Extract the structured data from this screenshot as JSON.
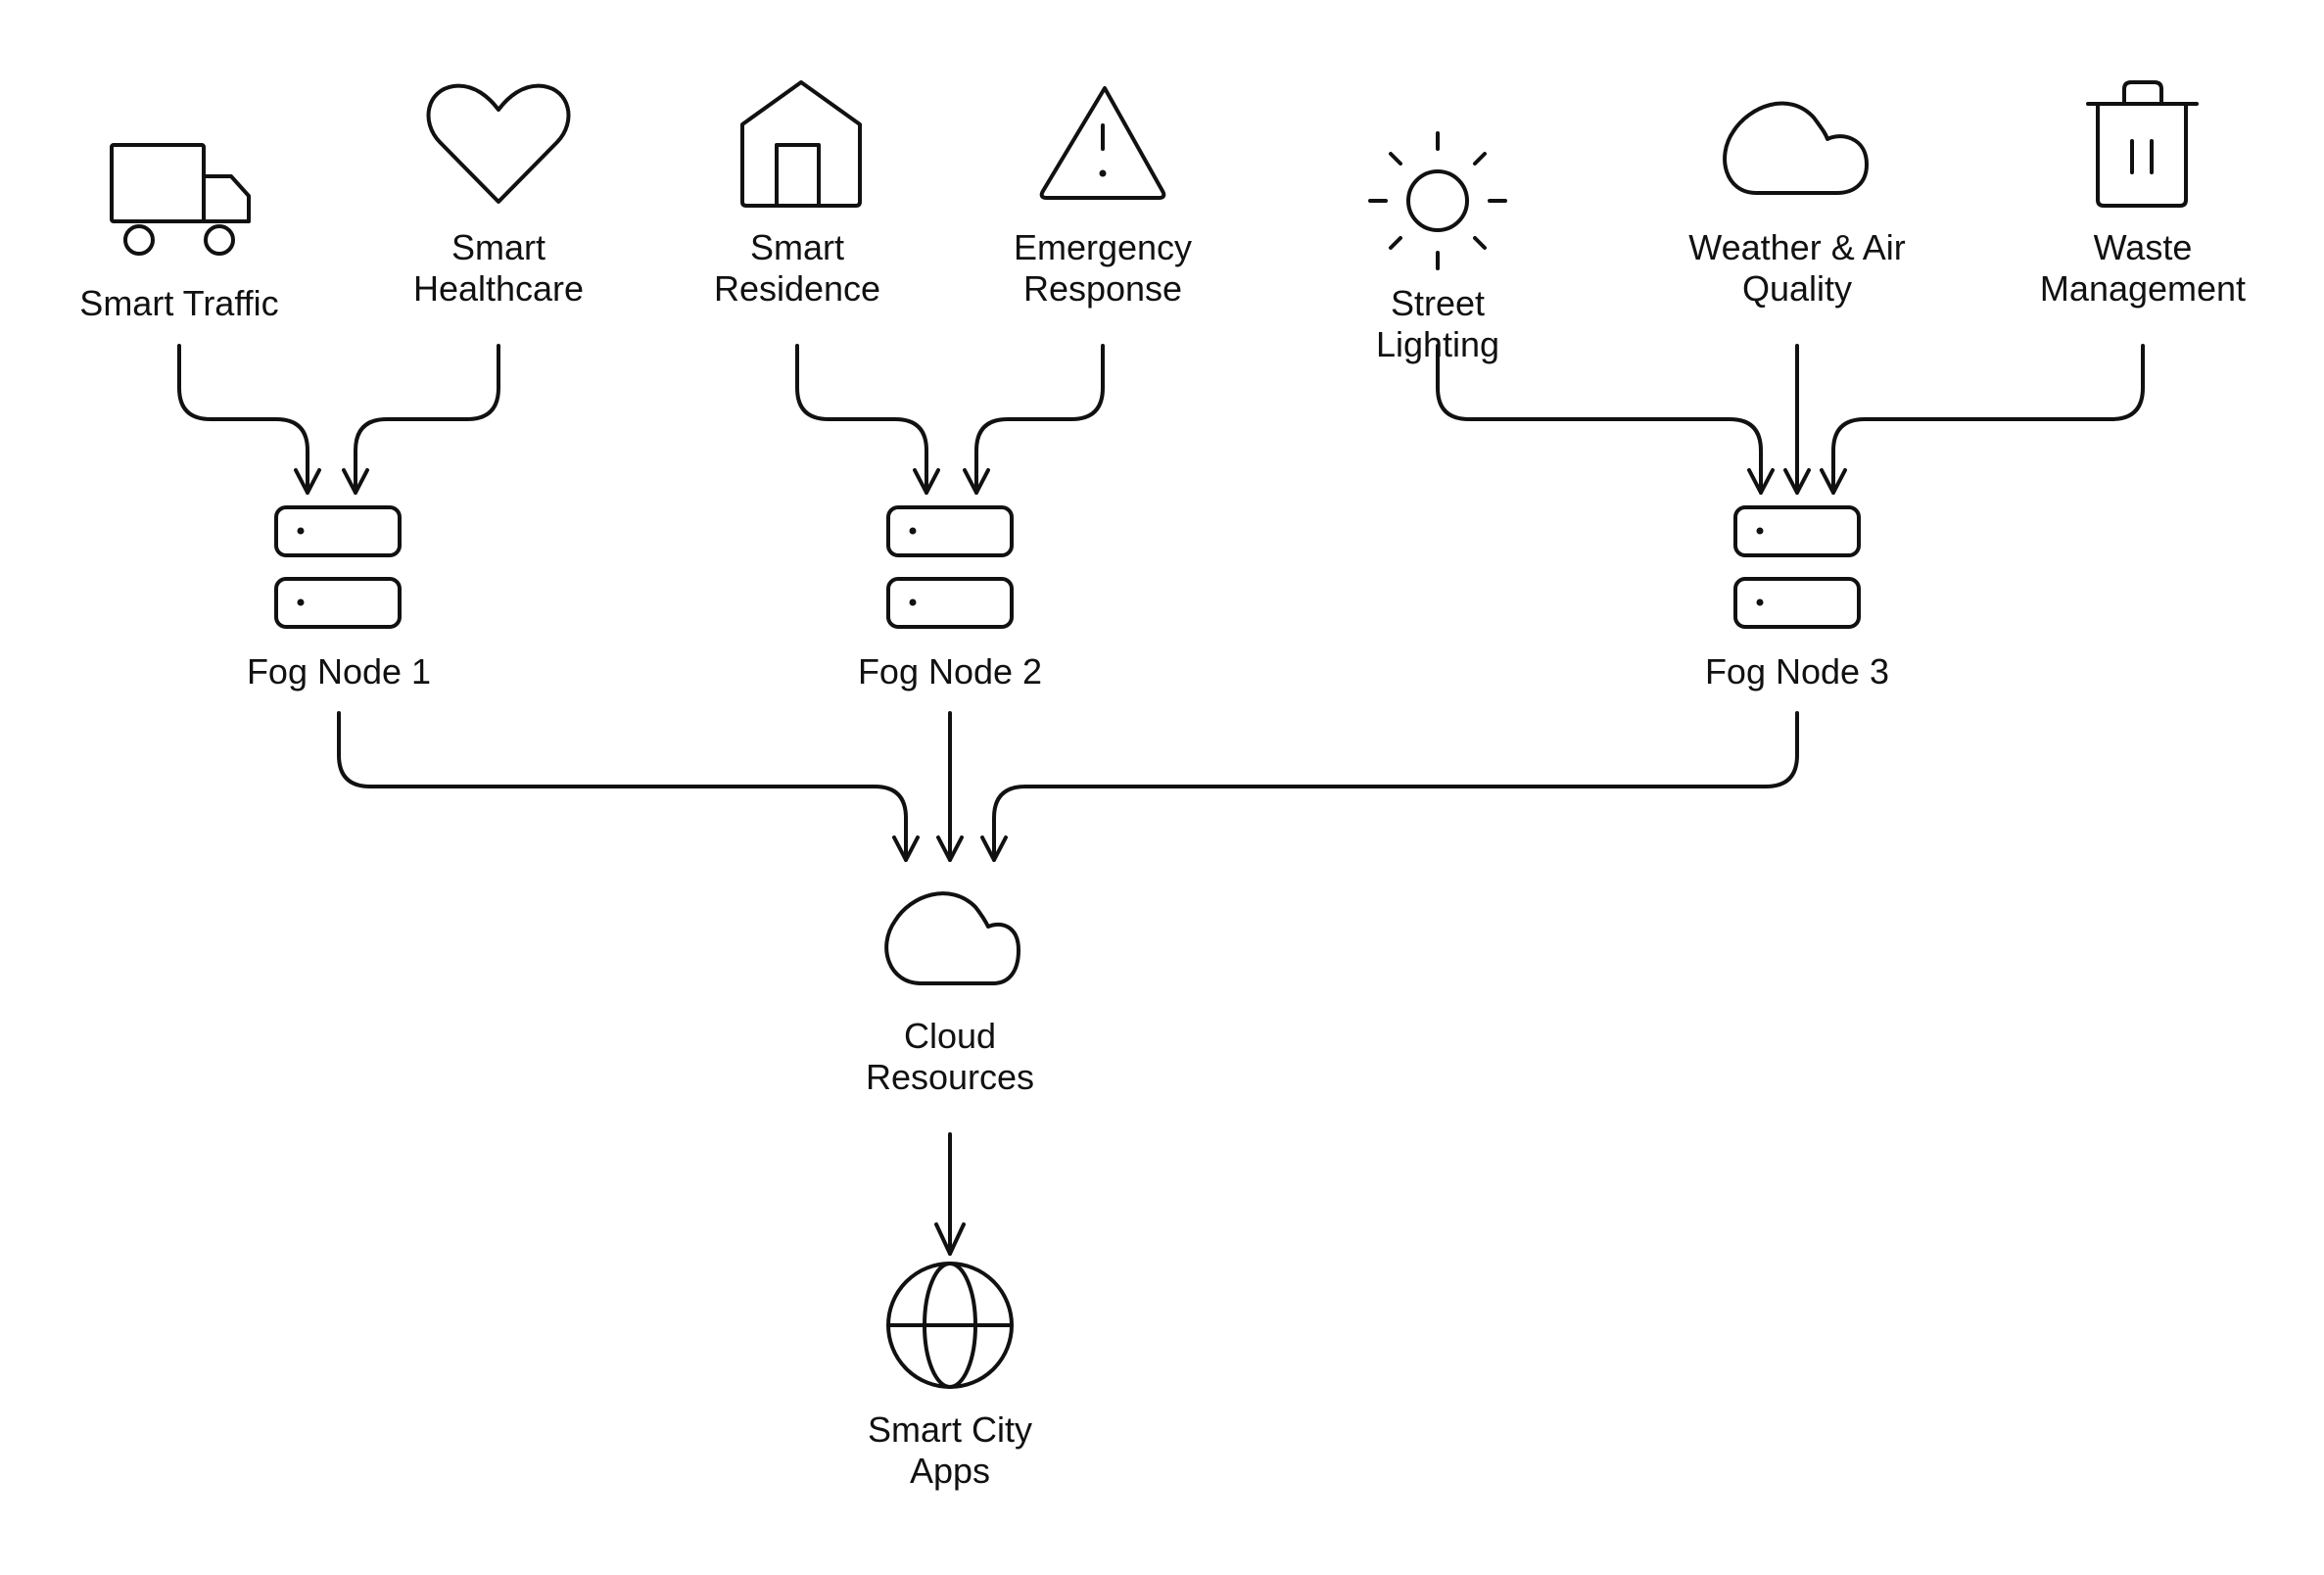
{
  "sources": [
    {
      "id": "smart-traffic",
      "icon": "truck-icon",
      "lines": [
        "Smart Traffic"
      ]
    },
    {
      "id": "smart-healthcare",
      "icon": "heart-icon",
      "lines": [
        "Smart",
        "Healthcare"
      ]
    },
    {
      "id": "smart-residence",
      "icon": "house-icon",
      "lines": [
        "Smart",
        "Residence"
      ]
    },
    {
      "id": "emergency-response",
      "icon": "warning-triangle-icon",
      "lines": [
        "Emergency",
        "Response"
      ]
    },
    {
      "id": "street-lighting",
      "icon": "sun-icon",
      "lines": [
        "Street",
        "Lighting"
      ]
    },
    {
      "id": "weather-air-quality",
      "icon": "cloud-icon",
      "lines": [
        "Weather & Air",
        "Quality"
      ]
    },
    {
      "id": "waste-management",
      "icon": "trash-can-icon",
      "lines": [
        "Waste",
        "Management"
      ]
    }
  ],
  "fog_nodes": [
    {
      "id": "fog-node-1",
      "icon": "server-icon",
      "label": "Fog Node 1"
    },
    {
      "id": "fog-node-2",
      "icon": "server-icon",
      "label": "Fog Node 2"
    },
    {
      "id": "fog-node-3",
      "icon": "server-icon",
      "label": "Fog Node 3"
    }
  ],
  "cloud": {
    "icon": "cloud-icon",
    "lines": [
      "Cloud",
      "Resources"
    ]
  },
  "apps": {
    "icon": "globe-icon",
    "lines": [
      "Smart City",
      "Apps"
    ]
  },
  "style": {
    "stroke": "#111111",
    "background": "#ffffff"
  }
}
